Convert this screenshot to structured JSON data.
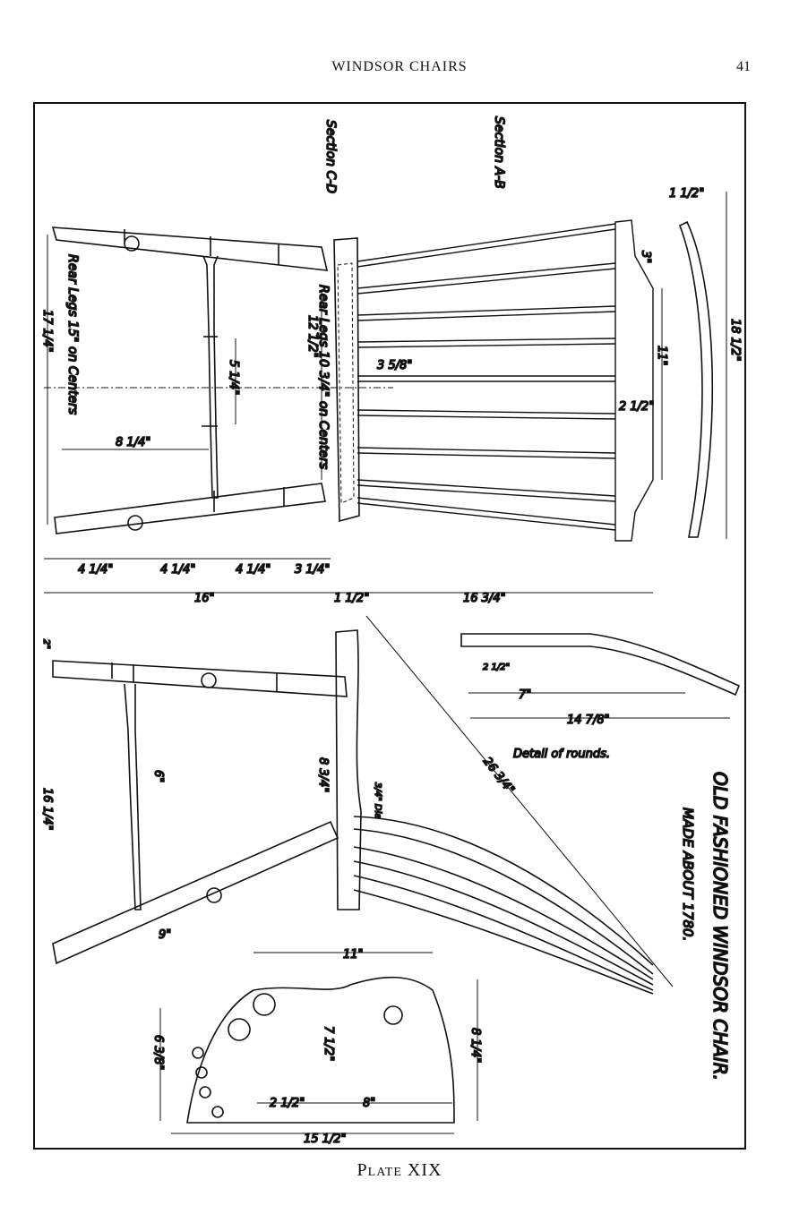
{
  "header": {
    "running_title": "WINDSOR CHAIRS",
    "page_number": "41"
  },
  "plate": {
    "title": "OLD FASHIONED WINDSOR CHAIR.",
    "subtitle": "MADE ABOUT 1780.",
    "caption": "Plate XIX",
    "detail_label": "Detail of rounds.",
    "sections": [
      "Section C-D",
      "Section A-B"
    ],
    "notes": [
      "Rear Legs 15\" on Centers",
      "Rear Legs 10 3/4\" on Centers"
    ],
    "dimensions": {
      "rear_legs_height": "17 1/4\"",
      "rail_5": "5 1/4\"",
      "rail_spread": "8 1/4\"",
      "top_height": "12 1/2\"",
      "leg_seg_1": "4 1/4\"",
      "leg_seg_2": "4 1/4\"",
      "leg_seg_3": "4 1/4\"",
      "leg_seg_4": "3 1/4\"",
      "overall_16": "16\"",
      "seat_1_half": "1 1/2\"",
      "overall_16_3_4": "16 3/4\"",
      "spindle_3_5_8": "3 5/8\"",
      "back_height": "11\"",
      "back_2_1_2": "2 1/2\"",
      "top_1_half": "1 1/2\"",
      "back_18_1_2": "18 1/2\"",
      "back_3": "3\"",
      "round_2_1_2": "2 1/2\"",
      "round_7": "7\"",
      "round_14_7_8": "14 7/8\"",
      "diag_26_3_4": "26 3/4\"",
      "side_height": "16 1/4\"",
      "side_2": "2\"",
      "side_6": "6\"",
      "side_8_3_4": "8 3/4\"",
      "side_9": "9\"",
      "dia_3_4": "3/4\" Dia",
      "seat_11": "11\"",
      "seat_6_3_8": "6 3/8\"",
      "seat_7_1_2": "7 1/2\"",
      "seat_8_1_4": "8 1/4\"",
      "seat_2_1_2": "2 1/2\"",
      "seat_8": "8\"",
      "seat_15_1_2": "15 1/2\""
    }
  }
}
